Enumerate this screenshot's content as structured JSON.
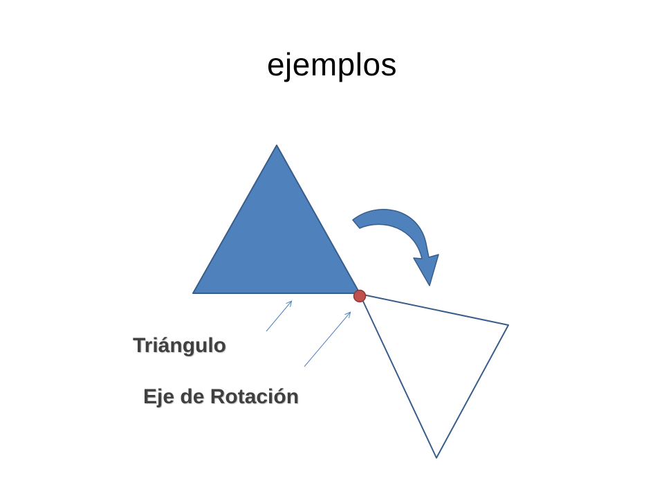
{
  "slide": {
    "title": "ejemplos"
  },
  "labels": {
    "triangle": "Triángulo",
    "rotation_axis": "Eje de Rotación"
  },
  "colors": {
    "triangle_fill": "#4F81BD",
    "triangle_stroke": "#385D8A",
    "pivot_fill": "#C0504D",
    "arrow_fill": "#4F81BD",
    "pointer_line": "#4F81BD",
    "label_text": "#404040"
  },
  "icons": {
    "rotation_arrow": "curved-arrow-icon",
    "pivot": "pivot-point-icon"
  }
}
